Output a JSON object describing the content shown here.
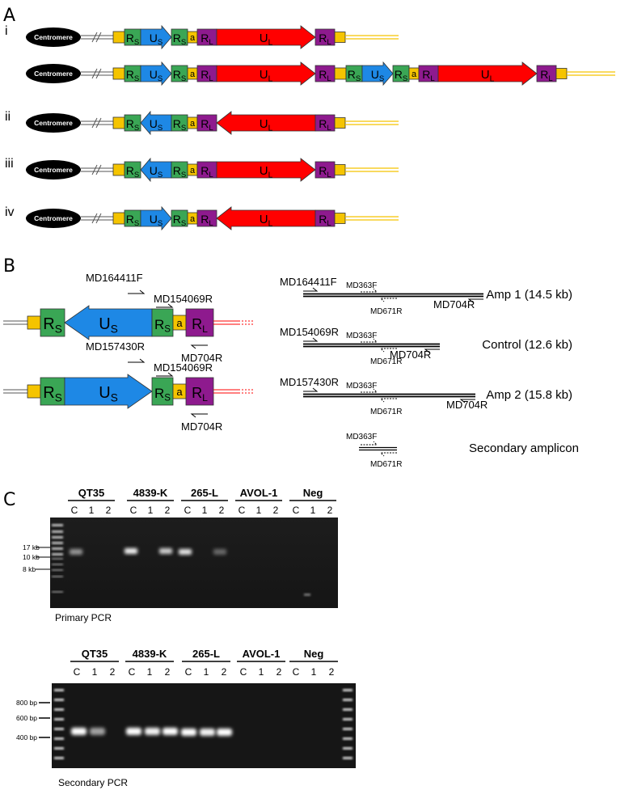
{
  "panels": {
    "a": "A",
    "b": "B",
    "c": "C"
  },
  "panel_a": {
    "row_labels": [
      "i",
      "ii",
      "iii",
      "iv"
    ],
    "centromere": "Centromere",
    "region_main": [
      "R",
      "U",
      "R",
      "R",
      "U",
      "R"
    ],
    "sub_s": "S",
    "sub_l": "L",
    "a_seq": "a"
  },
  "panel_b": {
    "primers_top": {
      "f1": "MD164411F",
      "r1": "MD154069R",
      "r2": "MD704R"
    },
    "primers_bottom": {
      "f1": "MD157430R",
      "r1": "MD154069R",
      "r2": "MD704R"
    },
    "amplicons": [
      {
        "left": "MD164411F",
        "mid1": "MD363F",
        "mid2": "MD671R",
        "right": "MD704R",
        "name": "Amp 1 (14.5 kb)"
      },
      {
        "left": "MD154069R",
        "mid1": "MD363F",
        "mid2": "MD671R",
        "right": "MD704R",
        "name": "Control (12.6 kb)"
      },
      {
        "left": "MD157430R",
        "mid1": "MD363F",
        "mid2": "MD671R",
        "right": "MD704R",
        "name": "Amp 2 (15.8 kb)"
      }
    ],
    "secondary": {
      "mid1": "MD363F",
      "mid2": "MD671R",
      "name": "Secondary amplicon"
    }
  },
  "panel_c": {
    "samples": [
      "QT35",
      "4839-K",
      "265-L",
      "AVOL-1",
      "Neg"
    ],
    "lanes": [
      "C",
      "1",
      "2"
    ],
    "primary": {
      "caption": "Primary PCR",
      "markers": [
        "17 kb",
        "10 kb",
        "8 kb"
      ]
    },
    "secondary": {
      "caption": "Secondary PCR",
      "markers": [
        "800 bp",
        "600 bp",
        "400 bp"
      ]
    }
  }
}
